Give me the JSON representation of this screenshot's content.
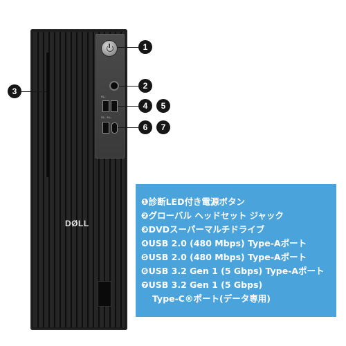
{
  "product": {
    "logo_text": "DØLL",
    "ports": {
      "usb_a_label": "SS⟵",
      "usb_c_label": "SS⟵ SS⟵"
    }
  },
  "callouts": [
    "1",
    "2",
    "3",
    "4",
    "5",
    "6",
    "7"
  ],
  "legend": {
    "items": [
      {
        "num": "❶",
        "text": "診断LED付き電源ボタン"
      },
      {
        "num": "❷",
        "text": "グローバル ヘッドセット ジャック"
      },
      {
        "num": "❸",
        "text": "DVDスーパーマルチドライブ"
      },
      {
        "num": "❹",
        "text": "USB 2.0 (480 Mbps) Type-Aポート"
      },
      {
        "num": "❺",
        "text": "USB 2.0 (480 Mbps) Type-Aポート"
      },
      {
        "num": "❻",
        "text": "USB 3.2 Gen 1 (5 Gbps) Type-Aポート"
      },
      {
        "num": "❼",
        "text": "USB 3.2 Gen 1 (5 Gbps)",
        "cont": "Type-C®ポート(データ専用)"
      }
    ]
  },
  "colors": {
    "legend_bg": "#4aa3db",
    "callout_bg": "#161616",
    "tower": "#1c1c1c"
  }
}
